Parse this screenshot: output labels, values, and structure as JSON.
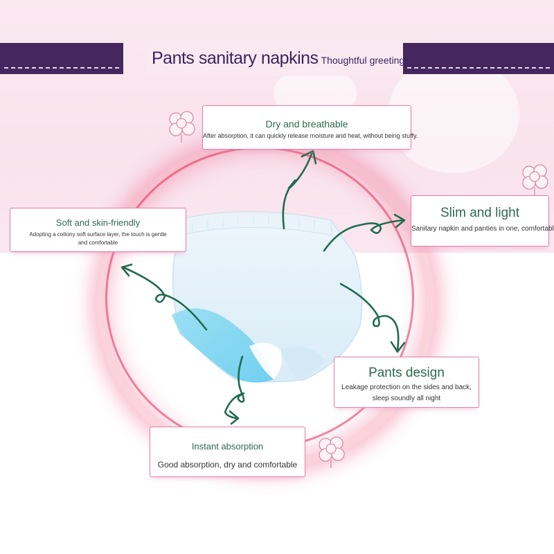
{
  "header": {
    "title": "Pants sanitary napkins",
    "subtitle": "Thoughtful greetings"
  },
  "features": [
    {
      "title": "Dry and breathable",
      "desc": "After absorption, it can quickly release moisture and heat, without being stuffy."
    },
    {
      "title": "Soft and skin-friendly",
      "desc": "Adopting a cottony soft surface layer, the touch is gentle and comfortable"
    },
    {
      "title": "Slim and light",
      "desc": "Sanitary napkin and panties in one, comfortable"
    },
    {
      "title": "Pants design",
      "desc": "Leakage protection on the sides and back, sleep soundly all night"
    },
    {
      "title": "Instant absorption",
      "desc": "Good absorption, dry and comfortable"
    }
  ],
  "colors": {
    "banner": "#45265f",
    "title_text": "#3b2462",
    "feature_title": "#2d6a4f",
    "card_border": "#e57aa6",
    "arrow": "#1f6b4d",
    "ring": "#e8476f",
    "product_blue": "#6fd0ee"
  },
  "icons": [
    "cotton-flower-icon",
    "curly-arrow-icon"
  ]
}
